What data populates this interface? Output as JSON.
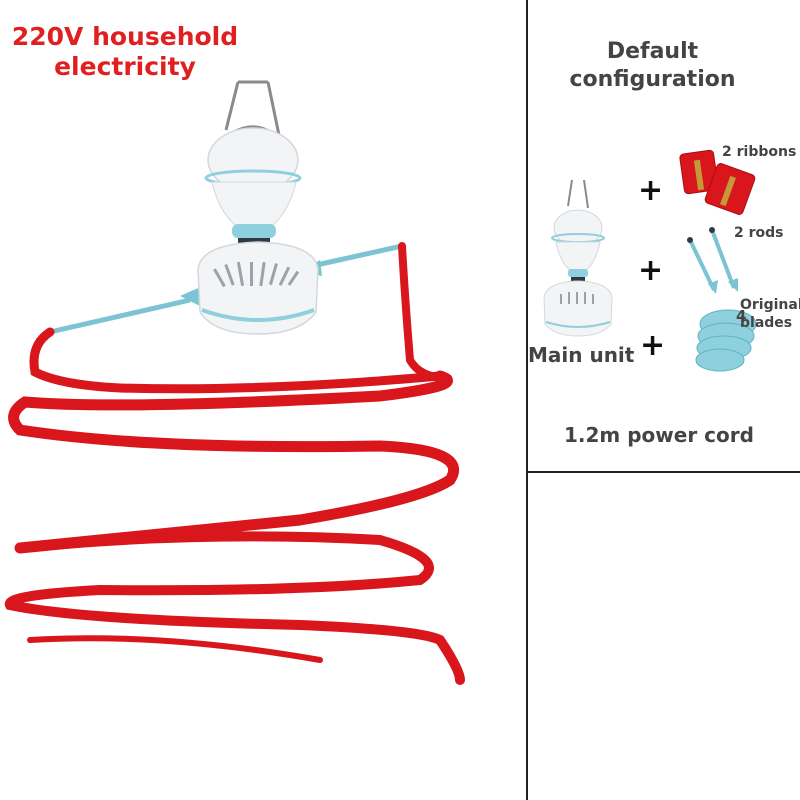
{
  "headline": {
    "line1": "220V household",
    "line2": "electricity"
  },
  "config": {
    "title_line1": "Default",
    "title_line2": "configuration",
    "main_unit_label": "Main unit",
    "ribbons_label": "2 ribbons",
    "rods_label": "2 rods",
    "blades_count": "4",
    "blades_label_line1": "Original",
    "blades_label_line2": "blades",
    "power_cord_label": "1.2m power cord",
    "plus_symbol": "+"
  },
  "colors": {
    "headline": "#e02020",
    "ribbon": "#d8161b",
    "fan_body": "#f2f4f6",
    "fan_accent": "#8fd0de",
    "text": "#444444",
    "divider": "#222222"
  }
}
